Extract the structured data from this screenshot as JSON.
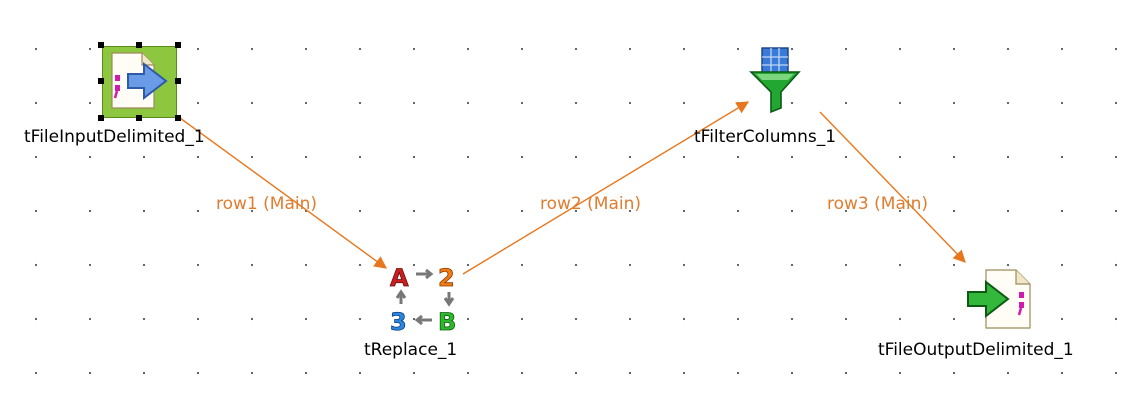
{
  "colors": {
    "link": "#E8761C",
    "link_label": "#E07C2E",
    "selection_bg": "#8DC63F",
    "selection_border": "#5A8A1A",
    "grid_dot": "#555555"
  },
  "components": {
    "input": {
      "label": "tFileInputDelimited_1",
      "icon": "file-input-delimited-icon",
      "selected": true
    },
    "replace": {
      "label": "tReplace_1",
      "icon": "replace-icon"
    },
    "filter": {
      "label": "tFilterColumns_1",
      "icon": "filter-columns-icon"
    },
    "output": {
      "label": "tFileOutputDelimited_1",
      "icon": "file-output-delimited-icon"
    }
  },
  "links": [
    {
      "label": "row1 (Main)",
      "from": "tFileInputDelimited_1",
      "to": "tReplace_1"
    },
    {
      "label": "row2 (Main)",
      "from": "tReplace_1",
      "to": "tFilterColumns_1"
    },
    {
      "label": "row3 (Main)",
      "from": "tFilterColumns_1",
      "to": "tFileOutputDelimited_1"
    }
  ],
  "replace_icon_glyphs": {
    "a": "A",
    "b": "2",
    "c": "B",
    "d": "3"
  }
}
